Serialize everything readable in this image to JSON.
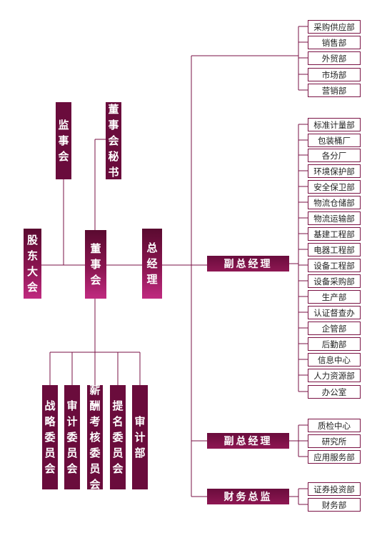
{
  "top": {
    "shareholders": "股东大会",
    "supervisors": "监事会",
    "board": "董事会",
    "secretary": "董事会秘书",
    "general_manager": "总经理"
  },
  "committees": [
    "战略委员会",
    "审计委员会",
    "薪酬考核委员会",
    "提名委员会",
    "审计部"
  ],
  "branch1": {
    "departments": [
      "采购供应部",
      "销售部",
      "外贸部",
      "市场部",
      "营销部"
    ]
  },
  "branch2": {
    "title": "副总经理",
    "departments": [
      "标准计量部",
      "包装桶厂",
      "各分厂",
      "环境保护部",
      "安全保卫部",
      "物流仓储部",
      "物流运输部",
      "基建工程部",
      "电器工程部",
      "设备工程部",
      "设备采购部",
      "生产部",
      "认证督查办",
      "企管部",
      "后勤部",
      "信息中心",
      "人力资源部",
      "办公室"
    ]
  },
  "branch3": {
    "title": "副总经理",
    "departments": [
      "质检中心",
      "研究所",
      "应用服务部"
    ]
  },
  "branch4": {
    "title": "财务总监",
    "departments": [
      "证券投资部",
      "财务部"
    ]
  },
  "colors": {
    "primary": "#6a0c3c",
    "accent": "#c02a80",
    "line": "#7a1244"
  }
}
